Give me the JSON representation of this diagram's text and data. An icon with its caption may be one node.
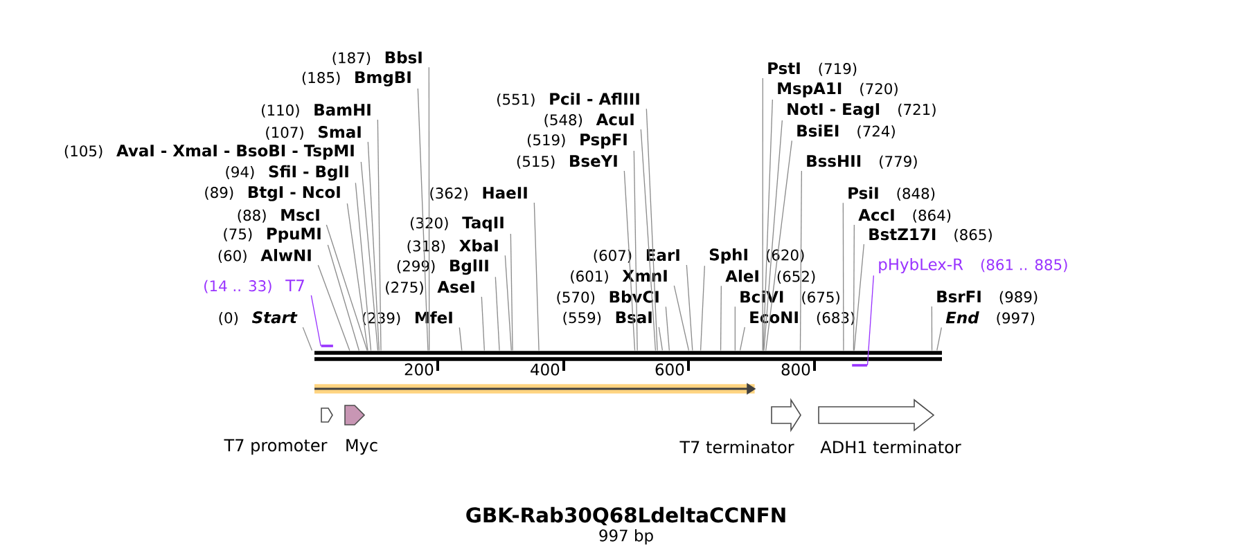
{
  "diagram": {
    "title": "GBK-Rab30Q68LdeltaCCNFN",
    "caption": "997 bp",
    "nodes": [
      {
        "text": [
          "(187)",
          "BbsI"
        ]
      },
      {
        "text": [
          "(185)",
          "BmgBI"
        ]
      },
      {
        "text": [
          "(110)",
          "BamHI"
        ]
      },
      {
        "text": [
          "(107)",
          "SmaI"
        ]
      },
      {
        "text": [
          "(105)",
          "AvaI - XmaI - BsoBI - TspMI"
        ]
      },
      {
        "text": [
          "(94)",
          "SfiI - BglI"
        ]
      },
      {
        "text": [
          "(89)",
          "BtgI - NcoI"
        ]
      },
      {
        "text": [
          "(88)",
          "MscI"
        ]
      },
      {
        "text": [
          "(75)",
          "PpuMI"
        ]
      },
      {
        "text": [
          "(60)",
          "AlwNI"
        ]
      },
      {
        "text": [
          "(14 .. 33)",
          "T7"
        ]
      },
      {
        "text": [
          "(0)",
          "Start"
        ]
      },
      {
        "text": [
          "(362)",
          "HaeII"
        ]
      },
      {
        "text": [
          "(320)",
          "TaqII"
        ]
      },
      {
        "text": [
          "(318)",
          "XbaI"
        ]
      },
      {
        "text": [
          "(299)",
          "BglII"
        ]
      },
      {
        "text": [
          "(275)",
          "AseI"
        ]
      },
      {
        "text": [
          "(239)",
          "MfeI"
        ]
      },
      {
        "text": [
          "(551)",
          "PciI - AflIII"
        ]
      },
      {
        "text": [
          "(548)",
          "AcuI"
        ]
      },
      {
        "text": [
          "(519)",
          "PspFI"
        ]
      },
      {
        "text": [
          "(515)",
          "BseYI"
        ]
      },
      {
        "text": [
          "(607)",
          "EarI"
        ]
      },
      {
        "text": [
          "(601)",
          "XmnI"
        ]
      },
      {
        "text": [
          "(570)",
          "BbvCI"
        ]
      },
      {
        "text": [
          "(559)",
          "BsaI"
        ]
      },
      {
        "text": [
          "PstI",
          "(719)"
        ]
      },
      {
        "text": [
          "MspA1I",
          "(720)"
        ]
      },
      {
        "text": [
          "NotI - EagI",
          "(721)"
        ]
      },
      {
        "text": [
          "BsiEI",
          "(724)"
        ]
      },
      {
        "text": [
          "BssHII",
          "(779)"
        ]
      },
      {
        "text": [
          "PsiI",
          "(848)"
        ]
      },
      {
        "text": [
          "AccI",
          "(864)"
        ]
      },
      {
        "text": [
          "BstZ17I",
          "(865)"
        ]
      },
      {
        "text": [
          "pHybLex-R",
          "(861 .. 885)"
        ]
      },
      {
        "text": [
          "SphI",
          "(620)"
        ]
      },
      {
        "text": [
          "AleI",
          "(652)"
        ]
      },
      {
        "text": [
          "BciVI",
          "(675)"
        ]
      },
      {
        "text": [
          "EcoNI",
          "(683)"
        ]
      },
      {
        "text": [
          "BsrFI",
          "(989)"
        ]
      },
      {
        "text": [
          "End",
          "(997)"
        ]
      },
      {
        "text": [],
        "shape": "bar"
      },
      {
        "text": [],
        "shape": "bar"
      },
      {
        "text": [],
        "shape": "bar"
      },
      {
        "text": [],
        "shape": "arrow"
      },
      {
        "text": [
          "T7 promoter"
        ]
      },
      {
        "text": [
          "Myc"
        ]
      },
      {
        "text": [
          "T7 terminator"
        ]
      },
      {
        "text": [
          "ADH1 terminator"
        ]
      }
    ],
    "edges": [
      {
        "from": 0,
        "to": 41,
        "arrow": "none"
      },
      {
        "from": 1,
        "to": 41,
        "arrow": "none"
      },
      {
        "from": 2,
        "to": 41,
        "arrow": "none"
      },
      {
        "from": 3,
        "to": 41,
        "arrow": "none"
      },
      {
        "from": 4,
        "to": 41,
        "arrow": "none"
      },
      {
        "from": 5,
        "to": 41,
        "arrow": "none"
      },
      {
        "from": 6,
        "to": 41,
        "arrow": "none"
      },
      {
        "from": 7,
        "to": 41,
        "arrow": "none"
      },
      {
        "from": 8,
        "to": 41,
        "arrow": "none"
      },
      {
        "from": 9,
        "to": 41,
        "arrow": "none"
      },
      {
        "from": 10,
        "to": 42,
        "arrow": "none",
        "color": "#9933ff"
      },
      {
        "from": 11,
        "to": 41,
        "arrow": "none"
      },
      {
        "from": 12,
        "to": 41,
        "arrow": "none"
      },
      {
        "from": 13,
        "to": 41,
        "arrow": "none"
      },
      {
        "from": 14,
        "to": 41,
        "arrow": "none"
      },
      {
        "from": 15,
        "to": 41,
        "arrow": "none"
      },
      {
        "from": 16,
        "to": 41,
        "arrow": "none"
      },
      {
        "from": 17,
        "to": 41,
        "arrow": "none"
      },
      {
        "from": 18,
        "to": 41,
        "arrow": "none"
      },
      {
        "from": 19,
        "to": 41,
        "arrow": "none"
      },
      {
        "from": 20,
        "to": 41,
        "arrow": "none"
      },
      {
        "from": 21,
        "to": 41,
        "arrow": "none"
      },
      {
        "from": 22,
        "to": 41,
        "arrow": "none"
      },
      {
        "from": 23,
        "to": 41,
        "arrow": "none"
      },
      {
        "from": 24,
        "to": 41,
        "arrow": "none"
      },
      {
        "from": 25,
        "to": 41,
        "arrow": "none"
      },
      {
        "from": 26,
        "to": 41,
        "arrow": "none"
      },
      {
        "from": 27,
        "to": 41,
        "arrow": "none"
      },
      {
        "from": 28,
        "to": 41,
        "arrow": "none"
      },
      {
        "from": 29,
        "to": 41,
        "arrow": "none"
      },
      {
        "from": 30,
        "to": 41,
        "arrow": "none"
      },
      {
        "from": 31,
        "to": 41,
        "arrow": "none"
      },
      {
        "from": 32,
        "to": 41,
        "arrow": "none"
      },
      {
        "from": 33,
        "to": 41,
        "arrow": "none"
      },
      {
        "from": 34,
        "to": 43,
        "arrow": "none",
        "color": "#9933ff"
      },
      {
        "from": 35,
        "to": 41,
        "arrow": "none"
      },
      {
        "from": 36,
        "to": 41,
        "arrow": "none"
      },
      {
        "from": 37,
        "to": 41,
        "arrow": "none"
      },
      {
        "from": 38,
        "to": 41,
        "arrow": "none"
      },
      {
        "from": 39,
        "to": 41,
        "arrow": "none"
      },
      {
        "from": 40,
        "to": 41,
        "arrow": "none"
      }
    ],
    "labels": [
      "200",
      "400",
      "600",
      "800"
    ]
  }
}
